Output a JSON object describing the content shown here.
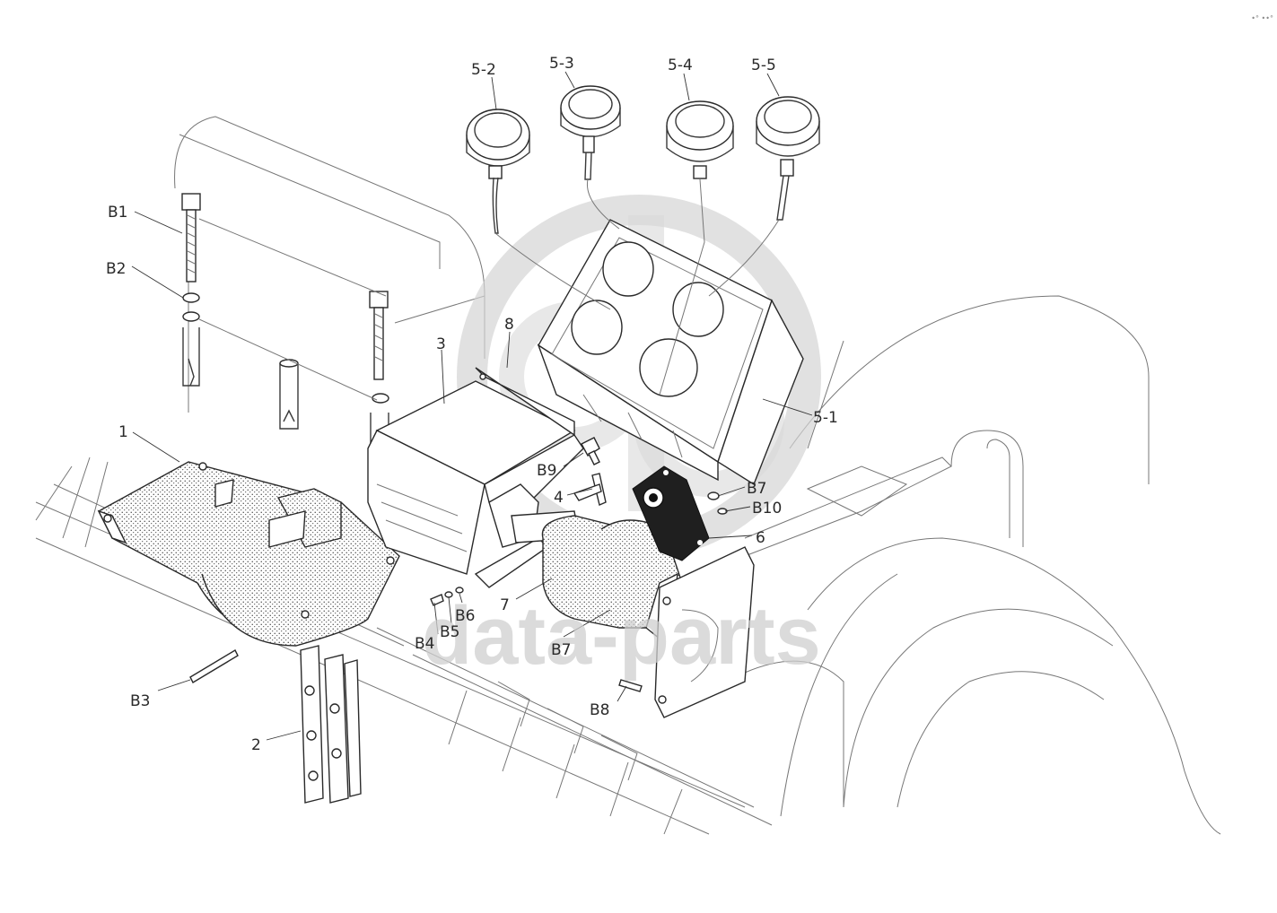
{
  "diagram": {
    "labels": [
      {
        "id": "5-2",
        "text": "5-2"
      },
      {
        "id": "5-3",
        "text": "5-3"
      },
      {
        "id": "5-4",
        "text": "5-4"
      },
      {
        "id": "5-5",
        "text": "5-5"
      },
      {
        "id": "B1",
        "text": "B1"
      },
      {
        "id": "B2",
        "text": "B2"
      },
      {
        "id": "8",
        "text": "8"
      },
      {
        "id": "3",
        "text": "3"
      },
      {
        "id": "1",
        "text": "1"
      },
      {
        "id": "5-1",
        "text": "5-1"
      },
      {
        "id": "B9",
        "text": "B9"
      },
      {
        "id": "4",
        "text": "4"
      },
      {
        "id": "B7a",
        "text": "B7"
      },
      {
        "id": "B10",
        "text": "B10"
      },
      {
        "id": "6",
        "text": "6"
      },
      {
        "id": "7",
        "text": "7"
      },
      {
        "id": "B6",
        "text": "B6"
      },
      {
        "id": "B5",
        "text": "B5"
      },
      {
        "id": "B4",
        "text": "B4"
      },
      {
        "id": "B7b",
        "text": "B7"
      },
      {
        "id": "B3",
        "text": "B3"
      },
      {
        "id": "B8",
        "text": "B8"
      },
      {
        "id": "2",
        "text": "2"
      }
    ],
    "watermark": "data-parts",
    "corner_mark": "•° ••°"
  }
}
